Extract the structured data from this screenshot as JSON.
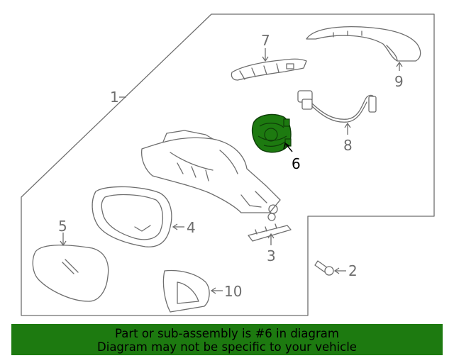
{
  "callouts": {
    "c1": "1",
    "c2": "2",
    "c3": "3",
    "c4": "4",
    "c5": "5",
    "c6": "6",
    "c7": "7",
    "c8": "8",
    "c9": "9",
    "c10": "10"
  },
  "colors": {
    "line": "#6e6e6e",
    "highlight_part": "#1d7a10",
    "banner_bg": "#1d7a10",
    "banner_text": "#000000"
  },
  "banner": {
    "line1": "Part or sub-assembly is #6 in diagram",
    "line2": "Diagram may not be specific to your vehicle"
  }
}
